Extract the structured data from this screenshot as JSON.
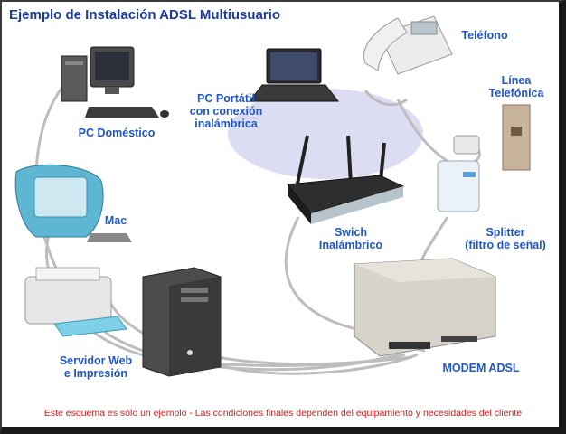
{
  "title": "Ejemplo de Instalación ADSL Multiusuario",
  "labels": {
    "pc_domestico": "PC Doméstico",
    "mac": "Mac",
    "servidor": "Servidor Web\ne Impresión",
    "pc_portatil": "PC Portátil\ncon conexión\ninalámbrica",
    "swich": "Swich\nInalámbrico",
    "telefono": "Teléfono",
    "linea": "Línea\nTelefónica",
    "splitter": "Splitter\n(filtro de señal)",
    "modem": "MODEM ADSL"
  },
  "footer": "Este esquema es sólo un ejemplo - Las condiciones finales dependen del equipamiento y necesidades del cliente",
  "colors": {
    "title": "#1a3aa8",
    "label": "#1f56c9",
    "footer": "#d81b1b",
    "wireless_zone": "#d9d9f2",
    "cable": "#c9c9c9"
  }
}
